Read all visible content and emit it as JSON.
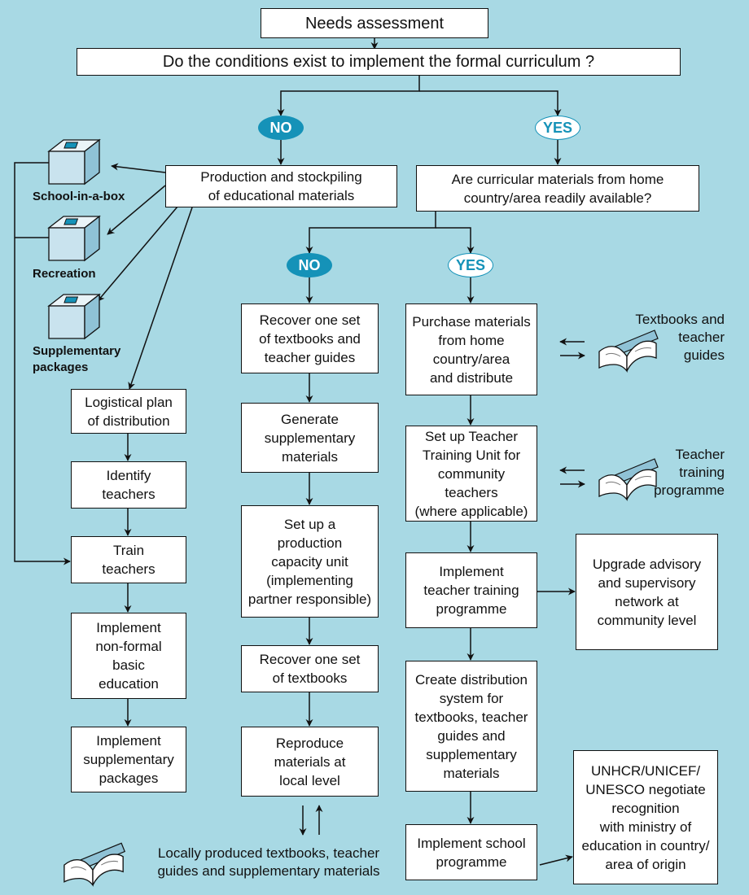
{
  "top": {
    "needs": "Needs assessment",
    "question": "Do the conditions exist to implement the formal curriculum ?"
  },
  "decisions": {
    "no_1": "NO",
    "yes_1": "YES",
    "no_2": "NO",
    "yes_2": "YES"
  },
  "left": {
    "production": "Production and stockpiling\nof educational materials",
    "school_in_a_box": "School-in-a-box",
    "recreation": "Recreation",
    "supplementary_packages": "Supplementary\npackages",
    "logistical_plan": "Logistical plan\nof distribution",
    "identify_teachers": "Identify\nteachers",
    "train_teachers": "Train\nteachers",
    "implement_nonformal": "Implement\nnon-formal\nbasic\neducation",
    "implement_supplementary": "Implement\nsupplementary\npackages"
  },
  "middle": {
    "recover_textbooks_guides": "Recover one set\nof textbooks and\nteacher guides",
    "generate_supplementary": "Generate\nsupplementary\nmaterials",
    "production_unit": "Set up a\nproduction\ncapacity unit\n(implementing\npartner responsible)",
    "recover_textbooks": "Recover one set\nof textbooks",
    "reproduce": "Reproduce\nmaterials at\nlocal level",
    "locally_produced": "Locally produced textbooks, teacher\nguides and supplementary materials"
  },
  "right": {
    "available_question": "Are curricular materials from home\ncountry/area readily available?",
    "purchase": "Purchase materials\nfrom home\ncountry/area\nand distribute",
    "textbooks_guides": "Textbooks and\nteacher\nguides",
    "training_unit": "Set up Teacher\nTraining Unit for\ncommunity teachers\n(where applicable)",
    "teacher_training_programme": "Teacher\ntraining\nprogramme",
    "implement_training": "Implement\nteacher training\nprogramme",
    "upgrade_network": "Upgrade advisory\nand supervisory\nnetwork at\ncommunity level",
    "distribution_system": "Create distribution\nsystem for\ntextbooks, teacher\nguides and\nsupplementary\nmaterials",
    "implement_school": "Implement school\nprogramme",
    "negotiate": "UNHCR/UNICEF/\nUNESCO negotiate\nrecognition\nwith ministry of\neducation in country/\narea of origin"
  },
  "icons": {
    "box": "school-box-icon",
    "book": "open-book-icon"
  },
  "colors": {
    "background": "#a8d9e4",
    "no_pill": "#1592b8",
    "yes_pill_text": "#1592b8",
    "box_fill": "#ffffff",
    "box_stroke": "#111111"
  }
}
